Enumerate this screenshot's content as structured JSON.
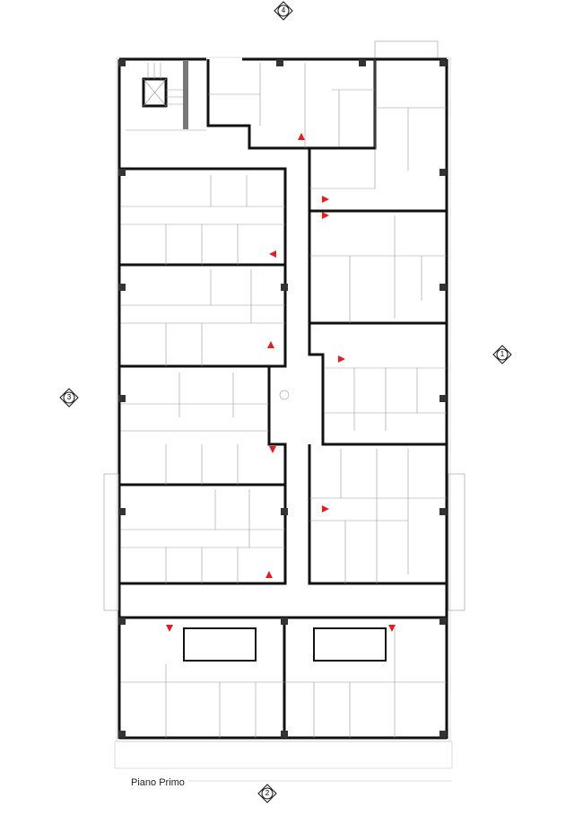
{
  "plan": {
    "title": "Piano Primo",
    "section_markers": [
      "4",
      "1",
      "3",
      "2"
    ],
    "colors": {
      "walls": "#111111",
      "exit_arrows": "#e02020",
      "thin_lines": "#999999"
    }
  }
}
